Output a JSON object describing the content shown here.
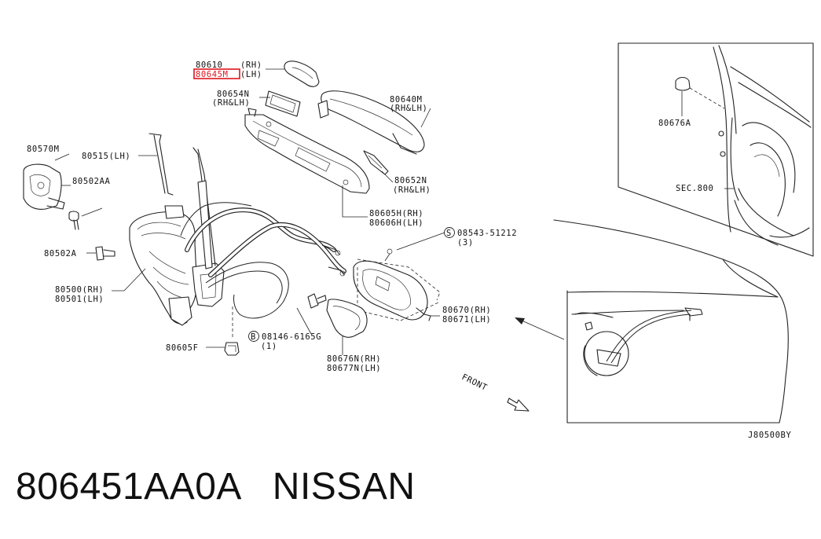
{
  "callouts": {
    "p80610": "80610",
    "p80610_side": "(RH)",
    "p80645m": "80645M",
    "p80645m_side": "(LH)",
    "p80654n": "80654N",
    "p80654n_side": "(RH&LH)",
    "p80640m": "80640M",
    "p80640m_side": "(RH&LH)",
    "p80652n": "80652N",
    "p80652n_side": "(RH&LH)",
    "p80605h": "80605H(RH)",
    "p80606h": "80606H(LH)",
    "p80570m": "80570M",
    "p80515": "80515(LH)",
    "p80502aa": "80502AA",
    "p80502a": "80502A",
    "p80500": "80500(RH)",
    "p80501": "80501(LH)",
    "p08543": "08543-51212",
    "p08543_qty": "(3)",
    "p08543_sym": "S",
    "p80670": "80670(RH)",
    "p80671": "80671(LH)",
    "p08146": "08146-6165G",
    "p08146_qty": "(1)",
    "p08146_sym": "B",
    "p80605f": "80605F",
    "p80676n": "80676N(RH)",
    "p80677n": "80677N(LH)",
    "p80676a": "80676A",
    "sec800": "SEC.800",
    "front": "FRONT",
    "diagram_id": "J80500BY"
  },
  "highlight_color": "#e0141e",
  "footer": {
    "part_number": "806451AA0A",
    "brand": "NISSAN"
  }
}
